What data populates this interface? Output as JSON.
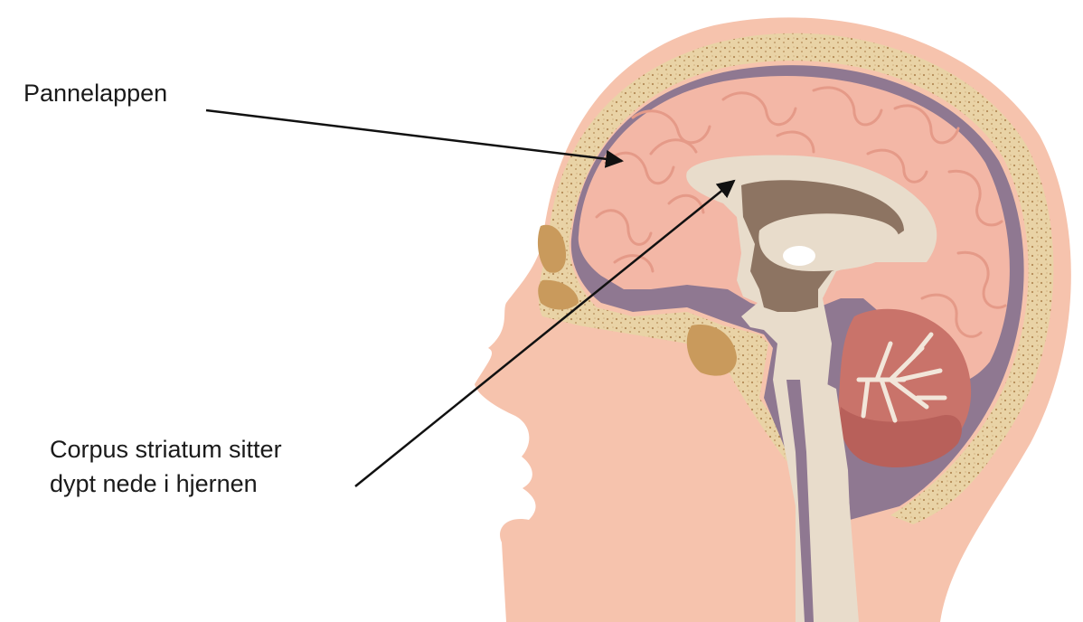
{
  "labels": {
    "frontal_lobe": "Pannelappen",
    "corpus_striatum_line1": "Corpus striatum sitter",
    "corpus_striatum_line2": "dypt nede i hjernen"
  },
  "colors": {
    "background": "#ffffff",
    "skin": "#f6c3ad",
    "skull": "#e9d3a6",
    "dura": "#8f7891",
    "cortex": "#f3b7a6",
    "inner_brain": "#e8dccb",
    "striatum": "#8d7462",
    "cerebellum": "#c9736a",
    "arrow": "#111111",
    "text": "#1a1a1a"
  }
}
